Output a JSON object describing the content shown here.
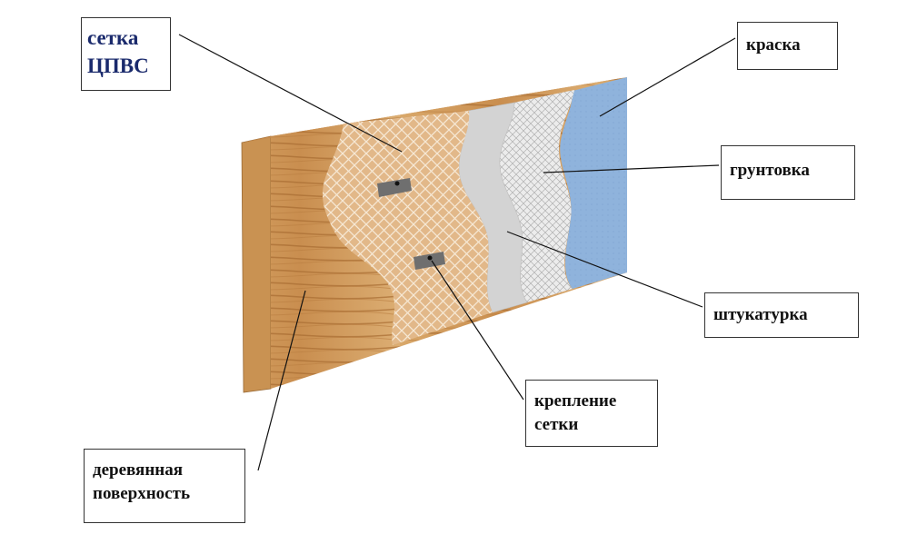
{
  "diagram": {
    "labels": {
      "mesh": [
        "сетка",
        "ЦПВС"
      ],
      "paint": "краска",
      "primer": "грунтовка",
      "plaster": "штукатурка",
      "fastening": [
        "крепление",
        "сетки"
      ],
      "wood": [
        "деревянная",
        "поверхность"
      ]
    },
    "colors": {
      "wood_light": "#d9a86a",
      "wood_dark": "#b5793c",
      "wood_side": "#c99252",
      "mesh_fill": "#e2b889",
      "mesh_lines": "#f6e8d4",
      "plaster": "#d3d3d3",
      "primer": "#ececec",
      "primer_dots": "#9a9a9a",
      "paint": "#8fb3dc",
      "fastener": "#6f6f6f",
      "leader": "#111111"
    }
  }
}
